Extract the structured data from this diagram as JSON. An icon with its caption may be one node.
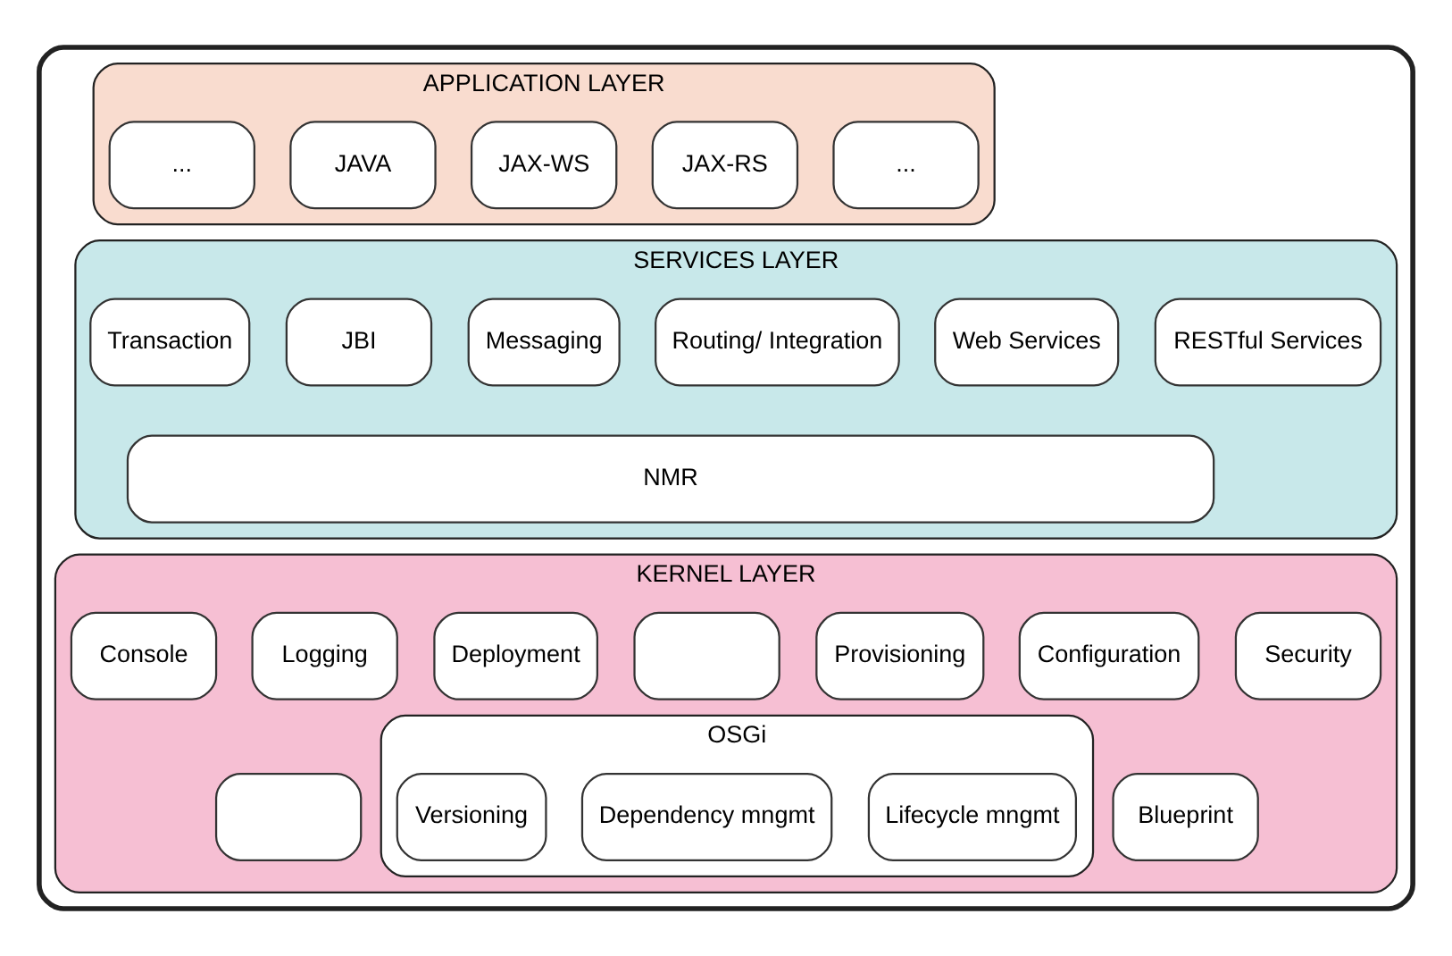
{
  "diagram": {
    "nodes": [
      {
        "text": [],
        "shape": "box"
      },
      {
        "text": [
          "APPLICATION LAYER"
        ],
        "in": 0
      },
      {
        "text": [
          "..."
        ],
        "in": 1
      },
      {
        "text": [
          "JAVA"
        ],
        "in": 1
      },
      {
        "text": [
          "JAX-WS"
        ],
        "in": 1
      },
      {
        "text": [
          "JAX-RS"
        ],
        "in": 1
      },
      {
        "text": [
          "..."
        ],
        "in": 1
      },
      {
        "text": [
          "SERVICES LAYER"
        ],
        "in": 0
      },
      {
        "text": [
          "Transaction"
        ],
        "in": 7
      },
      {
        "text": [
          "JBI"
        ],
        "in": 7
      },
      {
        "text": [
          "Messaging"
        ],
        "in": 7
      },
      {
        "text": [
          "Routing/ Integration"
        ],
        "in": 7
      },
      {
        "text": [
          "Web Services"
        ],
        "in": 7
      },
      {
        "text": [
          "RESTful Services"
        ],
        "in": 7
      },
      {
        "text": [
          "NMR"
        ],
        "in": 7
      },
      {
        "text": [
          "KERNEL LAYER"
        ],
        "in": 0
      },
      {
        "text": [
          "Console"
        ],
        "in": 15
      },
      {
        "text": [
          "Logging"
        ],
        "in": 15
      },
      {
        "text": [
          "Deployment"
        ],
        "in": 15
      },
      {
        "text": [],
        "shape": "box",
        "in": 15
      },
      {
        "text": [
          "Provisioning"
        ],
        "in": 15
      },
      {
        "text": [
          "Configuration"
        ],
        "in": 15
      },
      {
        "text": [
          "Security"
        ],
        "in": 15
      },
      {
        "text": [],
        "shape": "box",
        "in": 15
      },
      {
        "text": [
          "OSGi"
        ],
        "in": 15
      },
      {
        "text": [
          "Versioning"
        ],
        "in": 24
      },
      {
        "text": [
          "Dependency mngmt"
        ],
        "in": 24
      },
      {
        "text": [
          "Lifecycle mngmt"
        ],
        "in": 24
      },
      {
        "text": [
          "Blueprint"
        ],
        "in": 15
      }
    ],
    "edges": []
  }
}
